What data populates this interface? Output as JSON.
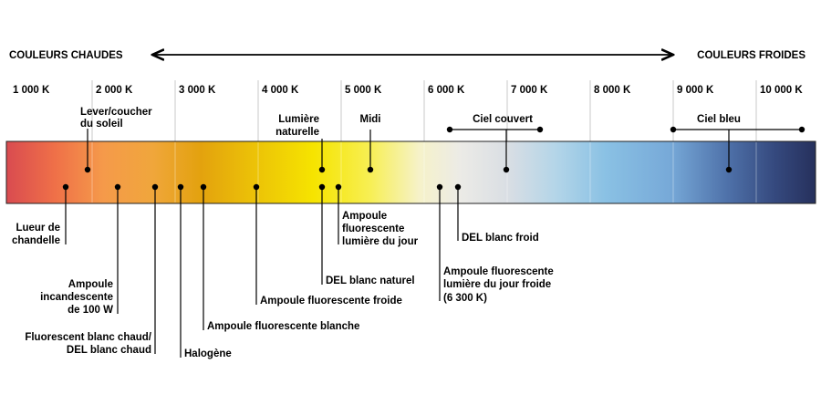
{
  "header": {
    "warm_label": "COULEURS CHAUDES",
    "cool_label": "COULEURS FROIDES"
  },
  "scale": {
    "unit": "K",
    "ticks": [
      {
        "value": 1000,
        "label": "1 000 K"
      },
      {
        "value": 2000,
        "label": "2 000 K"
      },
      {
        "value": 3000,
        "label": "3 000 K"
      },
      {
        "value": 4000,
        "label": "4 000 K"
      },
      {
        "value": 5000,
        "label": "5 000 K"
      },
      {
        "value": 6000,
        "label": "6 000 K"
      },
      {
        "value": 7000,
        "label": "7 000 K"
      },
      {
        "value": 8000,
        "label": "8 000 K"
      },
      {
        "value": 9000,
        "label": "9 000 K"
      },
      {
        "value": 10000,
        "label": "10 000 K"
      }
    ]
  },
  "above": {
    "sunrise": [
      "Lever/coucher",
      "du soleil"
    ],
    "natural_light": [
      "Lumière",
      "naturelle"
    ],
    "noon": [
      "Midi"
    ],
    "overcast": [
      "Ciel couvert"
    ],
    "blue_sky": [
      "Ciel bleu"
    ]
  },
  "below": {
    "candle": [
      "Lueur de",
      "chandelle"
    ],
    "incandescent": [
      "Ampoule",
      "incandescente",
      "de 100 W"
    ],
    "warm_fluorescent": [
      "Fluorescent blanc chaud/",
      "DEL blanc chaud"
    ],
    "halogen": [
      "Halogène"
    ],
    "white_fluorescent": [
      "Ampoule fluorescente blanche"
    ],
    "cool_fluorescent": [
      "Ampoule fluorescente froide"
    ],
    "natural_led": [
      "DEL blanc naturel"
    ],
    "daylight_fluorescent": [
      "Ampoule",
      "fluorescente",
      "lumière du jour"
    ],
    "cool_daylight_fluorescent": [
      "Ampoule fluorescente",
      "lumière du jour froide",
      "(6 300 K)"
    ],
    "cool_led": [
      "DEL blanc froid"
    ]
  }
}
